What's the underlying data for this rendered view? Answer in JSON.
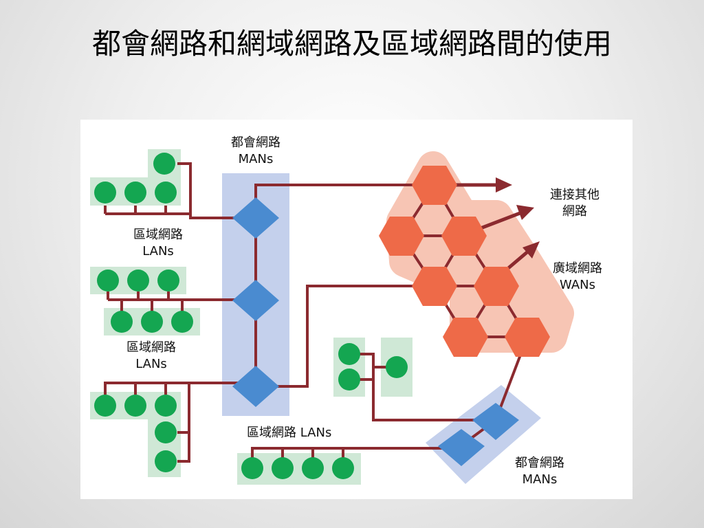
{
  "slide": {
    "title": "都會網路和網域網路及區域網路間的使用"
  },
  "diagram": {
    "man_top": {
      "name": "都會網路",
      "abbr": "MANs"
    },
    "man_bottom": {
      "name": "都會網路",
      "abbr": "MANs"
    },
    "lan_1": {
      "name": "區域網路",
      "abbr": "LANs"
    },
    "lan_2": {
      "name": "區域網路",
      "abbr": "LANs"
    },
    "lan_3": {
      "text": "區域網路 LANs"
    },
    "other_networks": {
      "line1": "連接其他",
      "line2": "網路"
    },
    "wan": {
      "name": "廣域網路",
      "abbr": "WANs"
    },
    "colors": {
      "link": "#8b2a2f",
      "lan_bg": "#cfe8d6",
      "node": "#14a651",
      "man_bg": "#c4d0ec",
      "router": "#4a8bd0",
      "wan_halo": "#f7c5b4",
      "wan_node": "#ee6a48"
    }
  }
}
